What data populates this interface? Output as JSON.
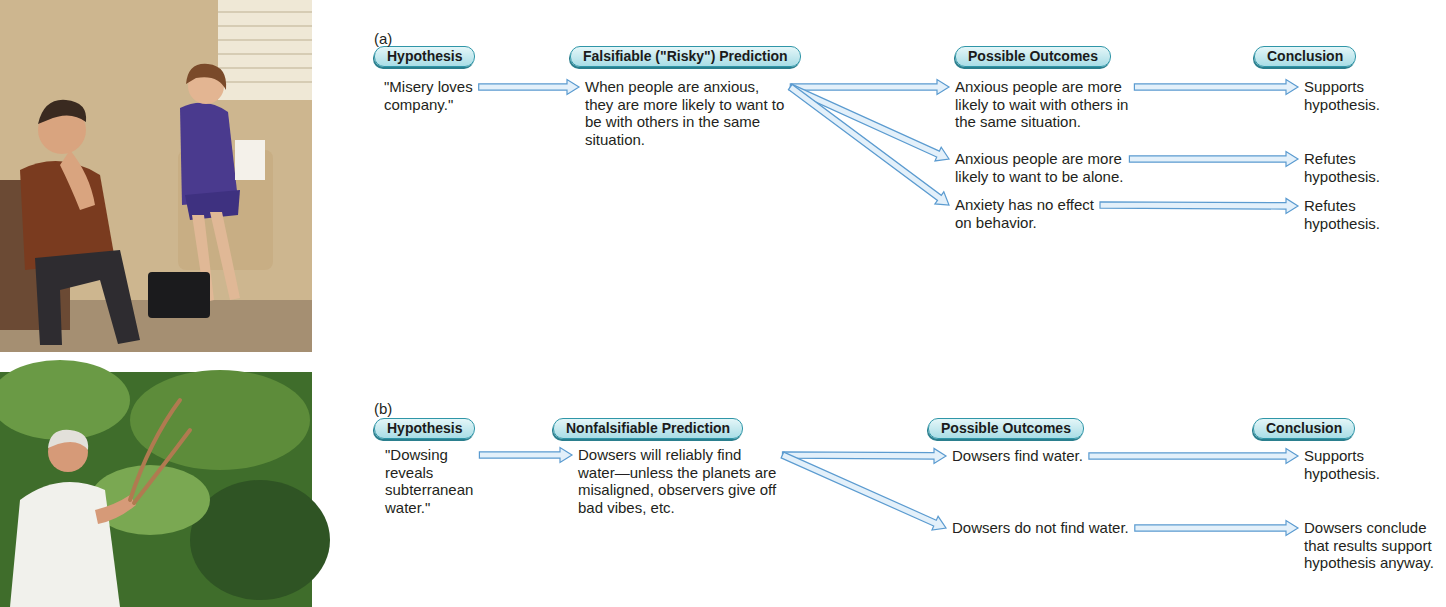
{
  "diagram": {
    "nodes": [
      {
        "text": [
          "Hypothesis"
        ]
      },
      {
        "text": [
          "\"Misery loves company.\""
        ]
      },
      {
        "text": [
          "Falsifiable (\"Risky\") Prediction"
        ]
      },
      {
        "text": [
          "When people are anxious, they are more likely to want to be with others in the same situation."
        ]
      },
      {
        "text": [
          "Possible Outcomes"
        ]
      },
      {
        "text": [
          "Anxious people are more likely to wait with others in the same situation."
        ]
      },
      {
        "text": [
          "Anxious people are more likely to want to be alone."
        ]
      },
      {
        "text": [
          "Anxiety has no effect on behavior."
        ]
      },
      {
        "text": [
          "Conclusion"
        ]
      },
      {
        "text": [
          "Supports hypothesis."
        ]
      },
      {
        "text": [
          "Refutes hypothesis."
        ]
      },
      {
        "text": [
          "Refutes hypothesis."
        ]
      },
      {
        "text": [
          "Hypothesis"
        ]
      },
      {
        "text": [
          "\"Dowsing reveals subterranean water.\""
        ]
      },
      {
        "text": [
          "Nonfalsifiable Prediction"
        ]
      },
      {
        "text": [
          "Dowsers will reliably find water—unless the planets are misaligned, observers give off bad vibes, etc."
        ]
      },
      {
        "text": [
          "Possible Outcomes"
        ]
      },
      {
        "text": [
          "Dowsers find water."
        ]
      },
      {
        "text": [
          "Dowsers do not find water."
        ]
      },
      {
        "text": [
          "Conclusion"
        ]
      },
      {
        "text": [
          "Supports hypothesis."
        ]
      },
      {
        "text": [
          "Dowsers conclude that results support hypothesis anyway."
        ]
      }
    ],
    "edges": [
      {
        "from": 1,
        "to": 3,
        "arrow": "to"
      },
      {
        "from": 3,
        "to": 5,
        "arrow": "to"
      },
      {
        "from": 3,
        "to": 6,
        "arrow": "to"
      },
      {
        "from": 3,
        "to": 7,
        "arrow": "to"
      },
      {
        "from": 5,
        "to": 9,
        "arrow": "to"
      },
      {
        "from": 6,
        "to": 10,
        "arrow": "to"
      },
      {
        "from": 7,
        "to": 11,
        "arrow": "to"
      },
      {
        "from": 13,
        "to": 15,
        "arrow": "to"
      },
      {
        "from": 15,
        "to": 17,
        "arrow": "to"
      },
      {
        "from": 15,
        "to": 18,
        "arrow": "to"
      },
      {
        "from": 17,
        "to": 20,
        "arrow": "to"
      },
      {
        "from": 18,
        "to": 21,
        "arrow": "to"
      }
    ],
    "labels": [
      "(a)",
      "(b)"
    ]
  }
}
